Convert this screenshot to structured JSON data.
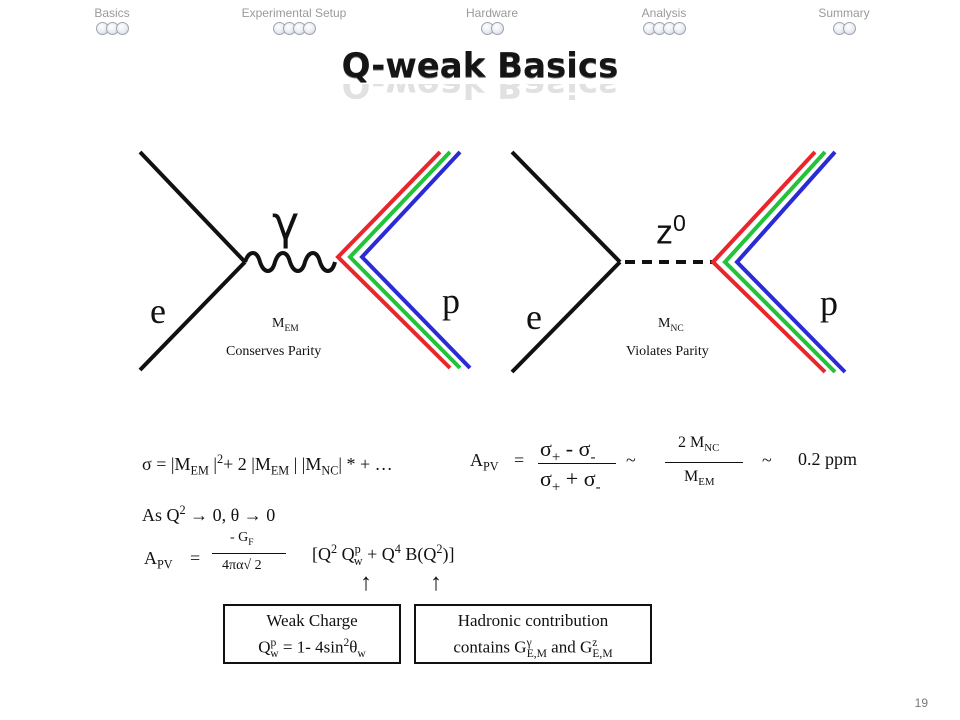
{
  "nav": {
    "items": [
      {
        "label": "Basics"
      },
      {
        "label": "Experimental Setup"
      },
      {
        "label": "Hardware"
      },
      {
        "label": "Analysis"
      },
      {
        "label": "Summary"
      }
    ]
  },
  "slide": {
    "title": "Q-weak Basics",
    "page_number": "19"
  },
  "diagram_left": {
    "boson": "γ",
    "electron": "e",
    "proton": "p",
    "amp_main": "M",
    "amp_sub": "EM",
    "caption": "Conserves Parity"
  },
  "diagram_right": {
    "boson_main": "z",
    "boson_sup": "0",
    "electron": "e",
    "proton": "p",
    "amp_main": "M",
    "amp_sub": "NC",
    "caption": "Violates Parity"
  },
  "colors": {
    "quark_red": "#e8262b",
    "quark_green": "#22c23a",
    "quark_blue": "#2a2ad6",
    "line": "#111111"
  },
  "equations": {
    "sigma_line": {
      "t1": "σ = |M",
      "s1": "EM",
      "t2": " |",
      "p1": "2",
      "t3": "+ 2 |M",
      "s2": "EM",
      "t4": " | |M",
      "s3": "NC",
      "t5": "| * + …"
    },
    "apv": {
      "lhs_main": "A",
      "lhs_sub": "PV",
      "eq": "=",
      "num_a": "σ",
      "num_a_sub": "+",
      "num_op": "-",
      "num_b": "σ",
      "num_b_sub": "-",
      "den_a": "σ",
      "den_a_sub": "+",
      "den_op": "+",
      "den_b": "σ",
      "den_b_sub": "-",
      "tilde1": "~",
      "ratio_num": "2 M",
      "ratio_num_sub": "NC",
      "ratio_den": "M",
      "ratio_den_sub": "EM",
      "tilde2": "~",
      "value": "0.2 ppm"
    },
    "limit": {
      "t1": "As Q",
      "p1": "2",
      "t2": " → 0, θ → 0"
    },
    "apv2": {
      "lhs_main": "A",
      "lhs_sub": "PV",
      "eq": "=",
      "num_main": "- G",
      "num_sub": "F",
      "den": "4πα√ 2",
      "b1": "[Q",
      "b1_sup": "2",
      "b2": " Q",
      "b2_sup": "p",
      "b2_sub": "w",
      "b3": " + Q",
      "b3_sup": "4",
      "b4": " B(Q",
      "b4_sup": "2",
      "b5": ")]"
    },
    "arrows": {
      "left": "↑",
      "right": "↑"
    },
    "weak_box": {
      "line1": "Weak Charge",
      "l2a": "Q",
      "l2a_sup": "p",
      "l2a_sub": "w",
      "l2b": " = 1- 4sin",
      "l2b_sup": "2",
      "l2c": "θ",
      "l2c_sub": "w"
    },
    "hadronic_box": {
      "line1": "Hadronic contribution",
      "l2a": "contains G",
      "l2a_sup": "γ",
      "l2a_sub": "E,M",
      "l2b": " and G",
      "l2b_sup": "z",
      "l2b_sub": "E,M"
    }
  }
}
